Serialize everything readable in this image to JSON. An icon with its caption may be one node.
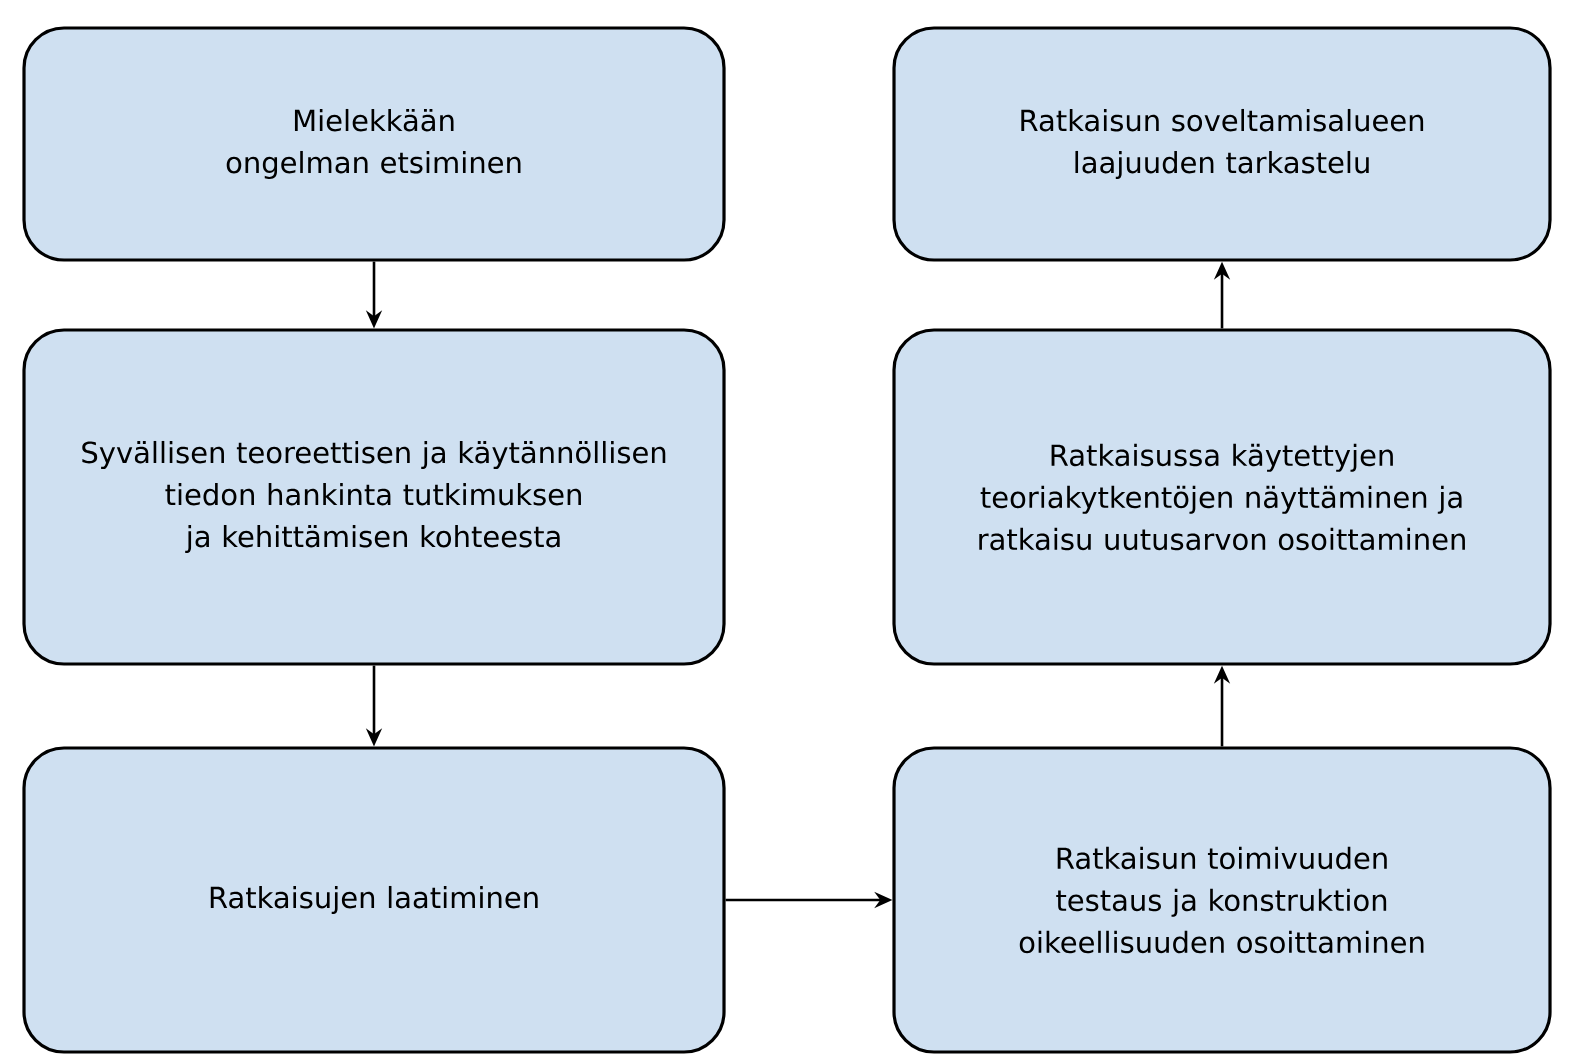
{
  "diagram": {
    "nodes": [
      {
        "text": [
          "Mielekkään ongelman etsiminen"
        ]
      },
      {
        "text": [
          "Syvällisen teoreettisen ja käytännöllisen tiedon hankinta tutkimuksen ja kehittämisen kohteesta"
        ]
      },
      {
        "text": [
          "Ratkaisujen laatiminen"
        ]
      },
      {
        "text": [
          "Ratkaisun soveltamisalueen laajuuden tarkastelu"
        ]
      },
      {
        "text": [
          "Ratkaisussa käytettyjen teoriakytkentöjen näyttäminen ja ratkaisu uutusarvon osoittaminen"
        ]
      },
      {
        "text": [
          "Ratkaisun toimivuuden testaus ja konstruktion oikeellisuuden osoittaminen"
        ]
      }
    ],
    "edges": [
      {
        "from": 0,
        "to": 1,
        "arrow": "to"
      },
      {
        "from": 1,
        "to": 2,
        "arrow": "to"
      },
      {
        "from": 2,
        "to": 5,
        "arrow": "to"
      },
      {
        "from": 5,
        "to": 4,
        "arrow": "to"
      },
      {
        "from": 4,
        "to": 3,
        "arrow": "to"
      }
    ]
  }
}
